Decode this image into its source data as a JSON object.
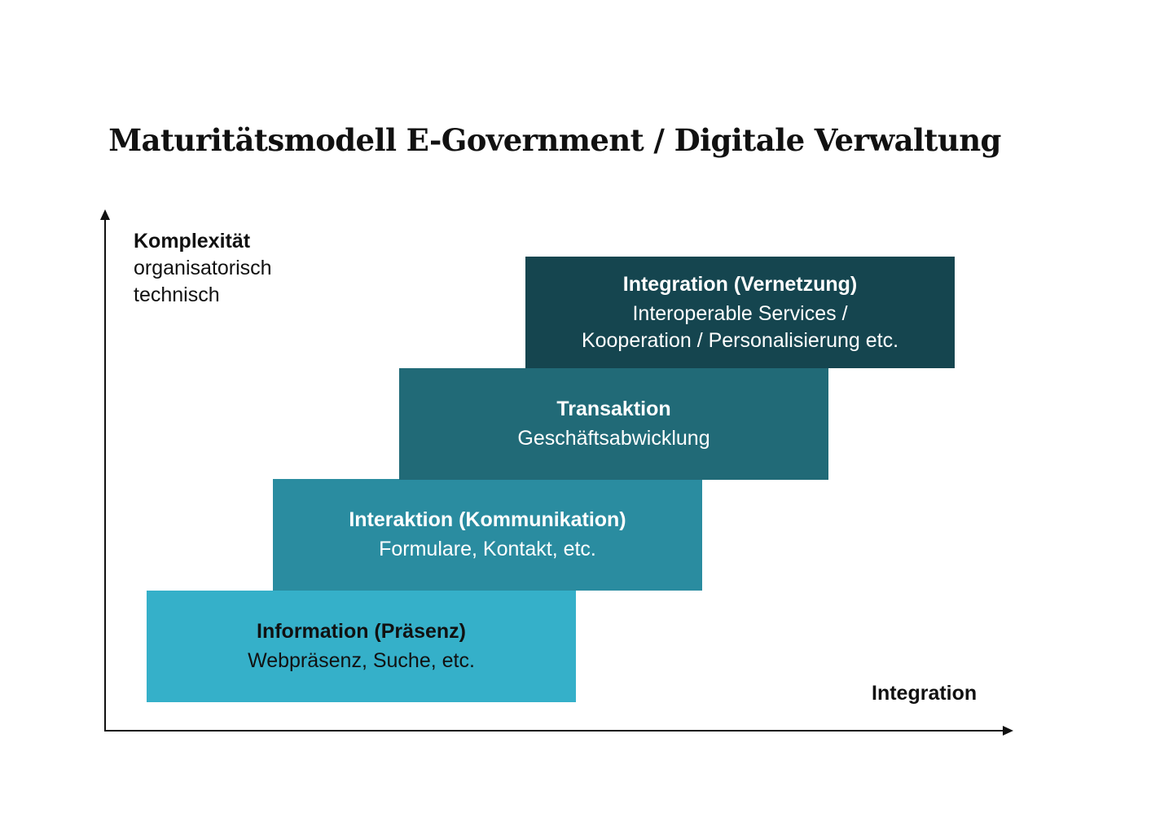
{
  "title": "Maturitätsmodell E-Government / Digitale Verwaltung",
  "y_axis": {
    "label": "Komplexität",
    "sublabel_1": "organisatorisch",
    "sublabel_2": "technisch"
  },
  "x_axis": {
    "label": "Integration"
  },
  "stages": [
    {
      "title": "Information (Präsenz)",
      "desc_1": "Webpräsenz, Suche, etc.",
      "color": "#35b0c9"
    },
    {
      "title": "Interaktion (Kommunikation)",
      "desc_1": "Formulare, Kontakt, etc.",
      "color": "#2a8ca0"
    },
    {
      "title": "Transaktion",
      "desc_1": "Geschäftsabwicklung",
      "color": "#216a77"
    },
    {
      "title": "Integration (Vernetzung)",
      "desc_1": "Interoperable Services /",
      "desc_2": "Kooperation / Personalisierung etc.",
      "color": "#15454f"
    }
  ]
}
